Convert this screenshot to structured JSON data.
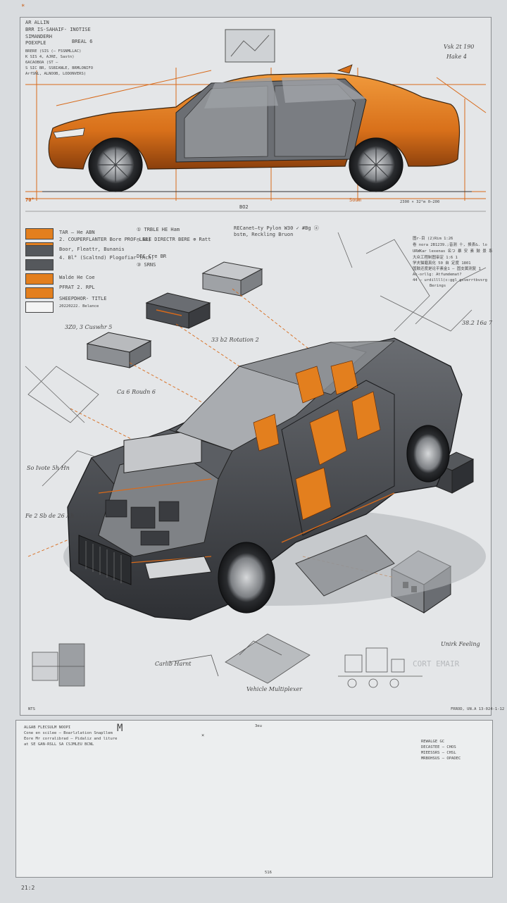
{
  "top_notes": {
    "corner_mark": "*",
    "header_lines": [
      "AR ALLIN",
      "BRR IS-SAHAIF- INOTISE",
      "SIMANDERH",
      "POEXPLE"
    ],
    "header_small": [
      "BRERE (SIS (— FSSNMLLAC)",
      "K SIS 4, AJRE, Sastn)",
      "6ACAOBOA (ST —",
      "S SIC BR, SSBIANLE, BRMLONIFO",
      "ArfSNL, ALNOOB, LODONVERS)"
    ],
    "top_left_tag": "BREAL 6",
    "top_right": [
      "Vsk 2t 190",
      "Hake 4"
    ],
    "dim_left": "70°",
    "dim_center": "BO2",
    "dim_right_label": "Soum",
    "dim_right_value": "2300 × 32°m 0—200"
  },
  "legend": {
    "rows": [
      {
        "color": "#e37f1e",
        "text": "TAR — He ABN"
      },
      {
        "color": "#e37f1e",
        "text": "2. COUPERFLANTER Bore PROF-LER)"
      },
      {
        "color": "#55585c",
        "text": "Boor, Fleattr, Bunanis"
      },
      {
        "color": "#55585c",
        "text": "4. Bl° (Scaltnd) Plogofiar (Rch)"
      },
      {
        "color": "#e37f1e",
        "text": "Walde He Coe"
      },
      {
        "color": "#e37f1e",
        "text": "PFRAT 2. RPL"
      },
      {
        "color": "#ffffff",
        "text": "SHEEPDHOR- TITLE",
        "sub": "20220222. Belance"
      }
    ],
    "numbered": [
      "① TRBLE HE Ham",
      "○ ALE DIRECTR BERE ⊕ Ratt",
      "DEC Cre BR",
      "③ SRNS"
    ],
    "note_top": "RECanet—ty Pylon W30 ✓ #Bg ⓐ bstm, Reckling Bruon",
    "cjk_block": [
      "图r-目 (2)Rim 1:26",
      "卷 nora 2B1239.;音测 十, 换表&. lo",
      "URWKar lexenas 名つ 暴 安 素 鼓 景 系",
      "大众工程制图审定 1:6 1",
      "学夫猫磨真化 50 自 定度 1801",
      "国鼓还度是论平素金1 — 固支属测复 1",
      "Ac-orllg: Atfumdemat?",
      "44 — urdillll(c:ggl gsverrtbvsrg",
      "Berings"
    ]
  },
  "annotations": {
    "hand_1": "3Z0, 3 Cuswhr 5",
    "hand_2": "33 b2 Rotation 2",
    "hand_3": "Ca 6 Roudn 6",
    "hand_4": "So Ivote 5h Hn",
    "hand_5": "Fe 2 Sb de 26 Ah",
    "hand_6": "38.2 16a 7",
    "hand_7": "Carlib Harnt",
    "hand_8": "Unirk Feeling",
    "hand_9": "Vehicle Multiplexer",
    "bottom_left": "NTS",
    "bottom_right": "FRROD, UN.A 13-024-1-12",
    "stamp": "CORT EMAIR"
  },
  "bottom_panel": {
    "title_block": [
      "ALGAB FLECSULM NOOPI",
      "Cone en scilee — Boarlzlation Snapllem",
      "Eore Mr corralibrad — Pidaliz and liture",
      "at SE GAN-RSLL SA CSJMLEU BCNL"
    ],
    "dim_top": "3eu",
    "dim_bottom": "516",
    "dim_x": "×",
    "ref_block": [
      "REWALGE GC",
      "DECASTEE — CHOS",
      "MIEESSRS — CHSL",
      "MRBOHSUS — OPADEC"
    ],
    "sheet_id": "21:2",
    "mark_m": "M"
  },
  "colors": {
    "paper": "#e4e6e8",
    "orange": "#e37f1e",
    "dark_paint": "#4a4d52",
    "line": "#555"
  }
}
